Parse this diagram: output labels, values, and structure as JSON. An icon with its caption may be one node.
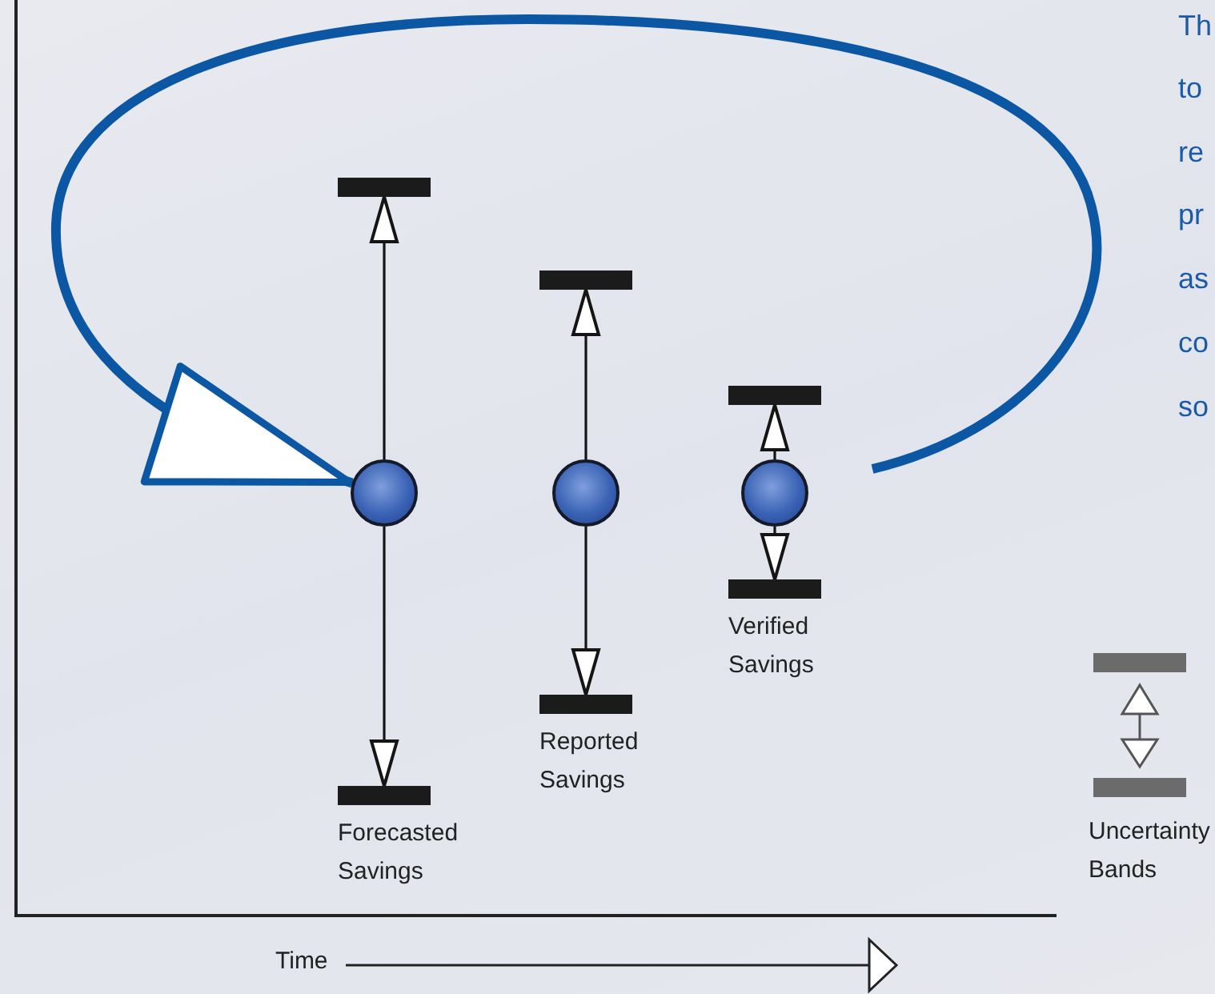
{
  "diagram": {
    "nodes": [
      {
        "text": [],
        "shape": "bar"
      },
      {
        "text": [],
        "shape": "circle"
      },
      {
        "text": [],
        "shape": "bar",
        "beside": [
          "Forecasted Savings"
        ]
      },
      {
        "text": [],
        "shape": "bar"
      },
      {
        "text": [],
        "shape": "circle"
      },
      {
        "text": [],
        "shape": "bar",
        "beside": [
          "Reported Savings"
        ]
      },
      {
        "text": [],
        "shape": "bar"
      },
      {
        "text": [],
        "shape": "circle"
      },
      {
        "text": [],
        "shape": "bar",
        "beside": [
          "Verified Savings"
        ]
      }
    ],
    "edges": [
      {
        "from": 1,
        "to": 0,
        "arrow": "to"
      },
      {
        "from": 1,
        "to": 2,
        "arrow": "to"
      },
      {
        "from": 4,
        "to": 3,
        "arrow": "to"
      },
      {
        "from": 4,
        "to": 5,
        "arrow": "to"
      },
      {
        "from": 7,
        "to": 6,
        "arrow": "to"
      },
      {
        "from": 7,
        "to": 8,
        "arrow": "to"
      },
      {
        "from": null,
        "to": 1,
        "arrow": "to",
        "style": "thick",
        "color": "#0b57a4"
      }
    ],
    "labels": [
      "Time",
      "Th",
      "to",
      "re",
      "pr",
      "as",
      "co",
      "so"
    ],
    "legend": [
      {
        "text": "Uncertainty Bands"
      }
    ]
  }
}
